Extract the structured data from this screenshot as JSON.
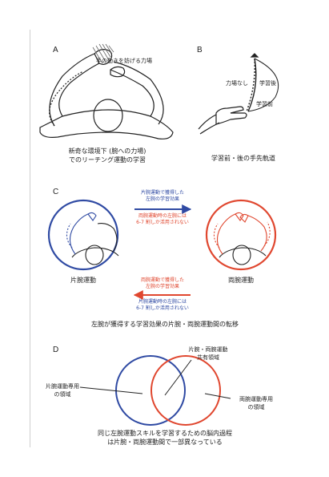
{
  "panel_a": {
    "letter": "A",
    "force_field_label": "手の動きを妨げる力場",
    "caption": "新奇な環境下 (腕への力場)\nでのリーチング運動の学習"
  },
  "panel_b": {
    "letter": "B",
    "no_field_label": "力場なし",
    "after_label": "学習後",
    "before_label": "学習前",
    "caption": "学習前・後の手先軌道"
  },
  "panel_c": {
    "letter": "C",
    "top_blue_text": "片腕運動で獲得した\n左腕の学習効果",
    "top_red_text": "両腕運動時の左腕には\n6-7 割しか活用されない",
    "bottom_red_text": "両腕運動で獲得した\n左腕の学習効果",
    "bottom_blue_text": "片腕運動時の左腕には\n6-7 割しか活用されない",
    "left_label": "片腕運動",
    "right_label": "両腕運動",
    "caption": "左腕が獲得する学習効果の片腕・両腕運動間の転移",
    "colors": {
      "unimanual": "#2f4aa3",
      "bimanual": "#e0472f"
    }
  },
  "panel_d": {
    "letter": "D",
    "shared_label": "片腕・両腕運動\n共有領域",
    "left_label": "片腕運動専用\nの領域",
    "right_label": "両腕運動専用\nの領域",
    "caption": "同じ左腕運動スキルを学習するための脳内過程\nは片腕・両腕運動間で一部異なっている"
  }
}
